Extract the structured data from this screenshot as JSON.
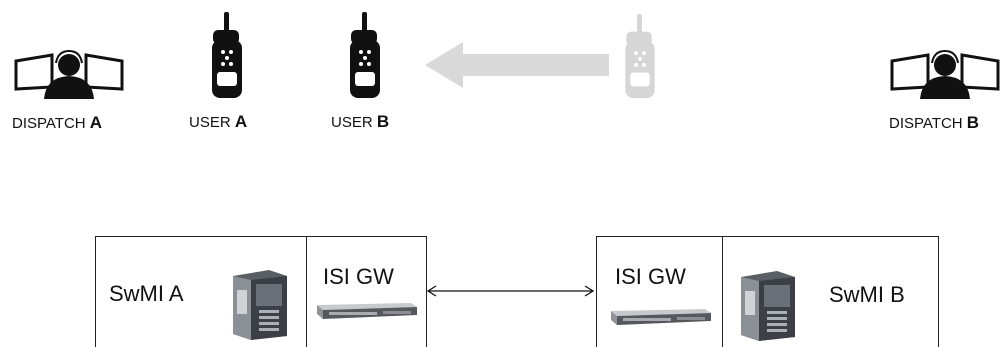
{
  "actors": {
    "dispatch_a": {
      "prefix": "DISPATCH ",
      "letter": "A"
    },
    "user_a": {
      "prefix": "USER ",
      "letter": "A"
    },
    "user_b": {
      "prefix": "USER ",
      "letter": "B"
    },
    "dispatch_b": {
      "prefix": "DISPATCH ",
      "letter": "B"
    }
  },
  "network": {
    "swmi_a": "SwMI A",
    "gw_a": "ISI GW",
    "gw_b": "ISI GW",
    "swmi_b": "SwMI B"
  },
  "colors": {
    "icon": "#111111",
    "ghost": "#d6d6d6",
    "arrow": "#d9d9d9",
    "box_border": "#222222"
  },
  "icons": {
    "dispatch": "dispatcher-console-icon",
    "radio": "handheld-radio-icon",
    "server": "tower-server-icon",
    "gateway": "rack-server-icon"
  }
}
